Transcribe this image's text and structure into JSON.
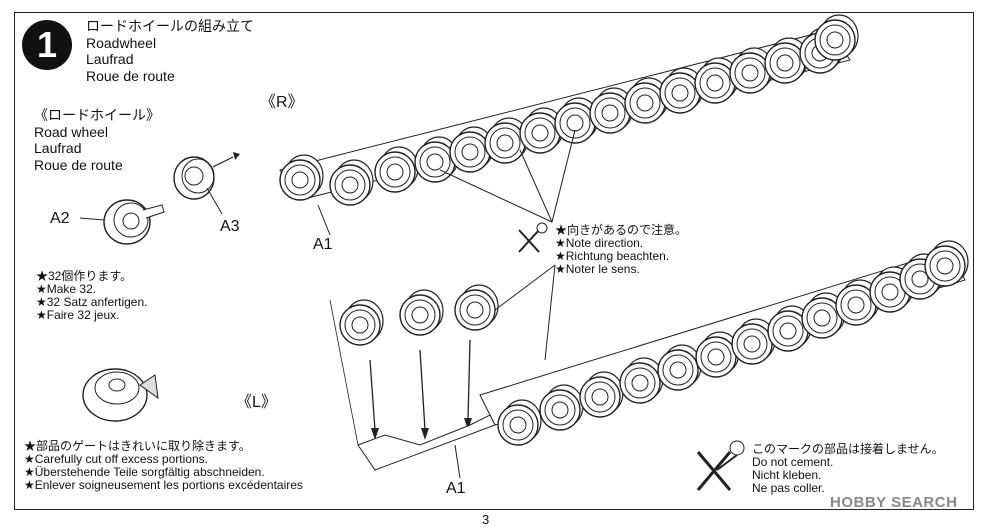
{
  "step": {
    "number": "1",
    "title_ja": "ロードホイールの組み立て",
    "title_en": "Roadwheel",
    "title_de": "Laufrad",
    "title_fr": "Roue de route"
  },
  "subassembly": {
    "title_ja": "《ロードホイール》",
    "en": "Road wheel",
    "de": "Laufrad",
    "fr": "Roue de route"
  },
  "parts": {
    "a2": "A2",
    "a3": "A3",
    "a1_top": "A1",
    "a1_bottom": "A1"
  },
  "sides": {
    "right": "《R》",
    "left": "《L》"
  },
  "make_note": [
    "★32個作ります。",
    "★Make 32.",
    "★32 Satz anfertigen.",
    "★Faire 32 jeux."
  ],
  "direction_note": [
    "★向きがあるので注意。",
    "★Note direction.",
    "★Richtung beachten.",
    "★Noter le sens."
  ],
  "gate_note": [
    "★部品のゲートはきれいに取り除きます。",
    "★Carefully cut off excess portions.",
    "★Überstehende Teile sorgfältig abschneiden.",
    "★Enlever soigneusement les portions excédentaires"
  ],
  "cement_note": [
    "このマークの部品は接着しません。",
    "Do not cement.",
    "Nicht kleben.",
    "Ne pas coller."
  ],
  "page_number": "3",
  "watermark": "HOBBY SEARCH"
}
